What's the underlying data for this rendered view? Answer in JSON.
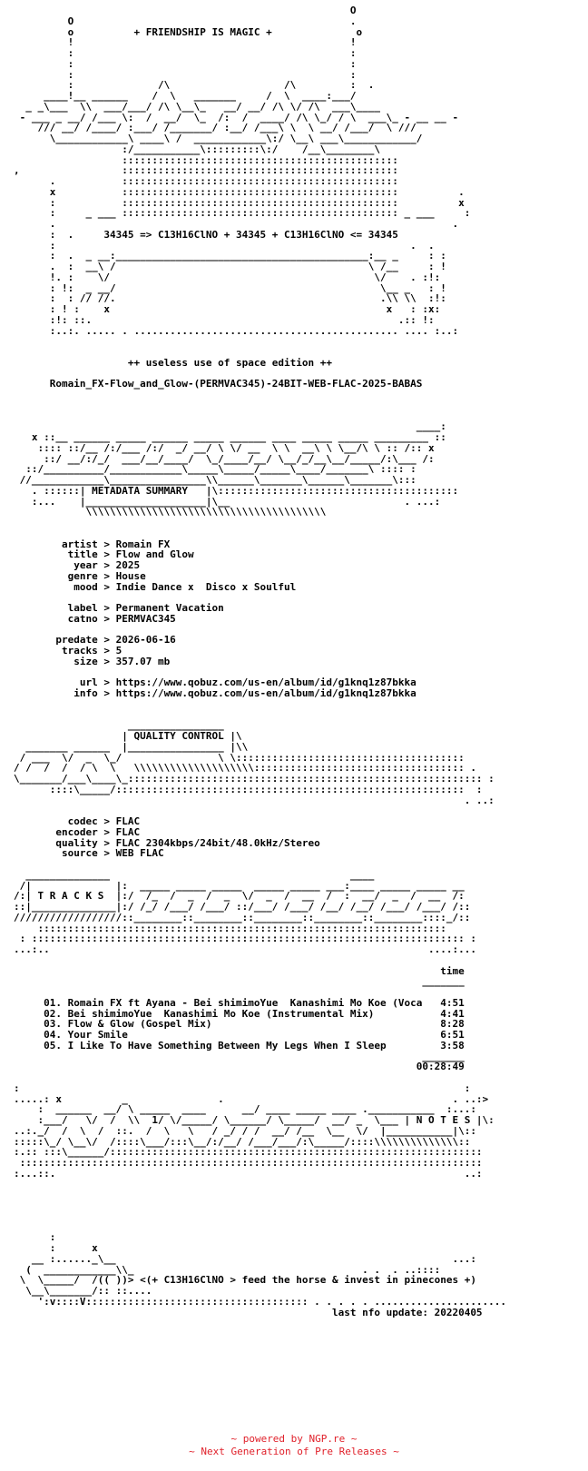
{
  "nfo": {
    "header_lines": [
      "                                                        O",
      "         O                                              .",
      "         o          + FRIENDSHIP IS MAGIC +              o",
      "         !                                              !",
      "         :                                              :",
      "         :                                              :",
      "         :                                              :",
      "         :              /\\                   /\\         :  .",
      "     ____!__ ______    /  \\   _______     /  \\  ____:___/",
      "  _ _\\___  \\\\  ___/___/ /\\ \\__\\_   __/ __/ /\\ \\/ /\\  ___\\____",
      " - ___ _ __/ /___ \\:  /  __/  \\_  /:  /  ____/ /\\ \\_/ / \\  ___\\_ - __ __ -",
      "    /// __/ /____/ :___/ /_______/ :__/ /___\\ \\  \\ __/ /___/  \\ /// ",
      "      \\____________\\ ____\\ /  ____________\\:/ \\__\\ ___\\____________/",
      "                  :/___________\\:::::::::\\:/    /__\\________\\",
      "                  ::::::::::::::::::::::::::::::::::::::::::::::",
      ",                 ::::::::::::::::::::::::::::::::::::::::::::::",
      "      .           ::::::::::::::::::::::::::::::::::::::::::::::",
      "      x           ::::::::::::::::::::::::::::::::::::::::::::::          .",
      "      :           ::::::::::::::::::::::::::::::::::::::::::::::          x",
      "      :     _ ___ :::::::::::::::::::::::::::::::::::::::::::::: _ ___     :",
      "      .                                                                  .",
      "      :  .     34345 => C13H16ClNO + 34345 + C13H16ClNO <= 34345",
      "      :                                                           .  .",
      "      :  .  _ __:__________________________________________:__ _     : :",
      "      .  :  __\\ /                                          \\ /__     : !",
      "      !. :    \\/                                            \\/    . :!:",
      "      : !:  _ __/                                            \\__ _   : !",
      "      :  : // //.                                            .\\\\ \\\\  :!:",
      "      : ! :    x                                              x   : :x:",
      "      :!: ::.                                                   .:: !:",
      "      :..:. ..... . ............................................ .... :..:",
      "",
      "",
      "                   ++ useless use of space edition ++",
      "",
      "      Romain_FX-Flow_and_Glow-(PERMVAC345)-24BIT-WEB-FLAC-2025-BABAS",
      "",
      "",
      "",
      "                                                                   ____:",
      "   x ::__ ______ _____ ______ _____ ______ ____ _____ _____ _________ ::",
      "    :::: ::/__ /:/___ /:/  _/ __/ \\ \\/ __  \\ \\  __\\ \\ \\__/\\ \\ :: /:: x",
      "     ::/ __/:/_/  ___/__/____/  \\_/____/__/ \\__/_/__\\__/_____/:\\___ /:",
      "  ::/__________/____________\\_____\\_____/_____\\____/_______\\ :::: :",
      " //____________\\________________\\\\______\\_______\\______\\_______\\:::",
      "   . ::::::| METADATA SUMMARY   |\\::::::::::::::::::::::::::::::::::::::::",
      "   :...    |____________________|\\__                             . ...:",
      "            \\\\\\\\\\\\\\\\\\\\\\\\\\\\\\\\\\\\\\\\\\\\\\\\\\\\\\\\\\\\\\\\\\\\\\\\\\\\\\\\"
    ],
    "metadata": [
      "        artist > Romain FX",
      "         title > Flow and Glow",
      "          year > 2025",
      "         genre > House",
      "          mood > Indie Dance x  Disco x Soulful",
      "",
      "         label > Permanent Vacation",
      "         catno > PERMVAC345",
      "",
      "       predate > 2026-06-16",
      "        tracks > 5",
      "          size > 357.07 mb",
      "",
      "           url > https://www.qobuz.com/us-en/album/id/g1knq1z87bkka",
      "          info > https://www.qobuz.com/us-en/album/id/g1knq1z87bkka"
    ],
    "quality_banner": [
      "                   ________________",
      "                  | QUALITY CONTROL |\\",
      "  _______ ______  |________________ |\\\\",
      " / ___  \\/  _  \\_/                \\ \\::::::::::::::::::::::::::::::::::::::",
      "/ /  /  /  / \\  \\   \\\\\\\\\\\\\\\\\\\\\\\\\\\\\\\\\\\\\\\\::::::::::::::::::::::::::::::::::: .",
      "\\_______/___\\____\\_::::::::::::::::::::::::::::::::::::::::::::::::::::::::::: :",
      "      ::::\\_____/::::::::::::::::::::::::::::::::::::::::::::::::::::::::::  :",
      "                                                                           . ..:"
    ],
    "quality": [
      "         codec > FLAC",
      "       encoder > FLAC",
      "       quality > FLAC 2304kbps/24bit/48.0kHz/Stereo",
      "        source > WEB FLAC"
    ],
    "tracks_banner": [
      "  ______________                                        ____",
      " /|              |:  _____ _____ _____  _____ _____ ___:____ _____ _____ __",
      "/:| T R A C K S  |:/  /_  /  _  /  _  \\/  _  /  __  /  :  __/  _  /  __  /:",
      "::|______________|:/ /_/ /___/ /___/ ::/___/ /___/ /__/ /__/ /___/ /___/ /::",
      "//////////////////::________::________::________::________::________::::_/::",
      "    ::::::::::::::::::::::::::::::::::::::::::::::::::::::::::::::::::::",
      " : :::::::::::::::::::::::::::::::::::::::::::::::::::::::::::::::::::::::: :",
      "...:..                                                               ....:..."
    ],
    "tracks_header_time": "                                                                       time",
    "tracks_header_rule": "                                                                    _______",
    "tracks": [
      "     01. Romain FX ft Ayana - Bei shimimoYue  Kanashimi Mo Koe (Voca   4:51",
      "     02. Bei shimimoYue  Kanashimi Mo Koe (Instrumental Mix)           4:41",
      "     03. Flow & Glow (Gospel Mix)                                      8:28",
      "     04. Your Smile                                                    6:51",
      "     05. I Like To Have Something Between My Legs When I Sleep         3:58"
    ],
    "tracks_total_rule": "                                                                    _______",
    "tracks_total": "                                                                   00:28:49",
    "notes_banner": [
      ":                                                                          :",
      ".....: x          _               .                                      . ..:>",
      "    :  ______  __/ \\ _____  ____      __/ ____ _____ ____ .___________  :...:",
      "    :___/   \\/  /  \\\\  1/ \\/_____/ \\______/ \\_____/  __/ _  \\___ | N O T E S |\\:",
      "..:._/  /  \\  /  ::.  /  \\   \\   / _/ / /  __/ /__  \\__  \\/  |___________|\\::",
      ":::::\\_/ \\__\\/  /::::\\___/:::\\__/:/__/ /___/___/:\\_____/::::\\\\\\\\\\\\\\\\\\\\\\\\\\\\::",
      ":.:: :::\\______/::::::::::::::::::::::::::::::::::::::::::::::::::::::::::::::",
      " :::::::::::::::::::::::::::::::::::::::::::::::::::::::::::::::::::::::::::::",
      ":...::.                                                                    ..:",
      "",
      "",
      "",
      "",
      "",
      "      :",
      "      :      x",
      "   __ :......_\\__                                                        ...:",
      "  (  ____________\\\\_                                      . .  . ..::::",
      " \\  \\_____/  /(( ))> <(+ C13H16ClNO > feed the horse & invest in pinecones +)",
      "  \\__\\_______/:: ::....",
      "    ':v::::V::::::::::::::::::::::::::::::::::::: . . . . . ......................",
      "                                                     last nfo update: 20220405"
    ],
    "footer_line1": "~ powered by NGP.re ~",
    "footer_line2": "~ Next Generation of Pre Releases ~"
  }
}
